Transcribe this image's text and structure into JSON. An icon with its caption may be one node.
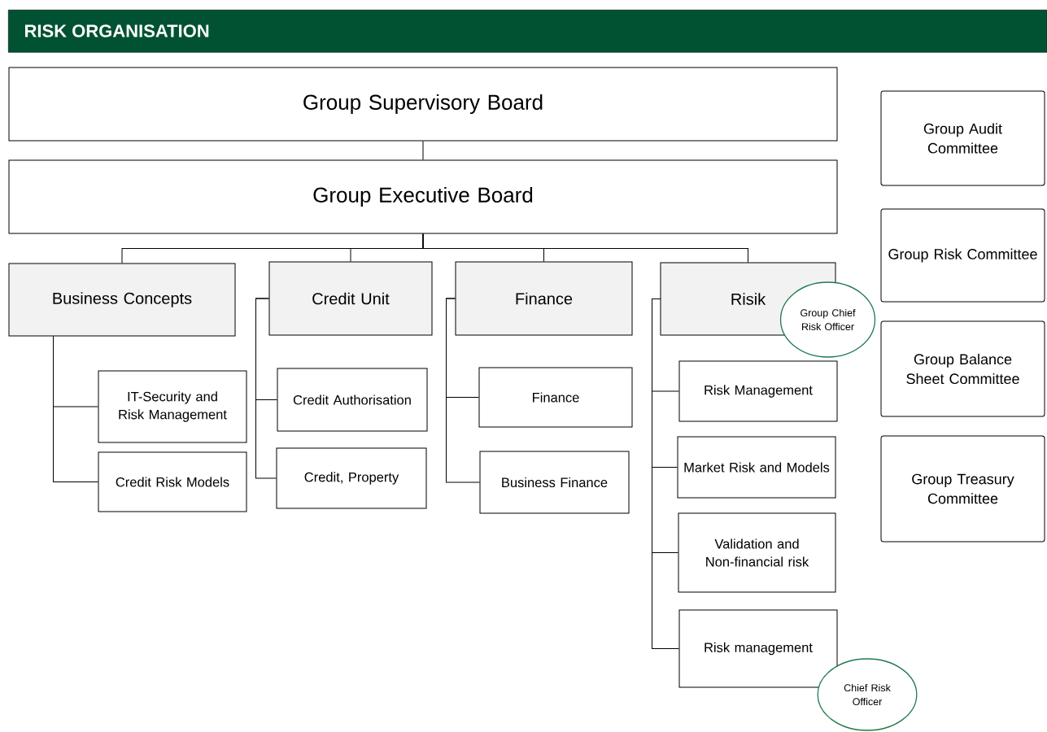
{
  "diagram": {
    "title": "RISK ORGANISATION",
    "nodes": [
      {
        "text": [
          "Group Supervisory Board"
        ]
      },
      {
        "text": [
          "Group Executive Board"
        ]
      },
      {
        "text": [
          "Business Concepts"
        ]
      },
      {
        "text": [
          "Credit Unit"
        ]
      },
      {
        "text": [
          "Finance"
        ]
      },
      {
        "text": [
          "Risik"
        ]
      },
      {
        "text": [
          "Group Chief Risk Officer"
        ]
      },
      {
        "text": [
          "IT-Security and Risk Management"
        ]
      },
      {
        "text": [
          "Credit Risk Models"
        ]
      },
      {
        "text": [
          "Credit Authorisation"
        ]
      },
      {
        "text": [
          "Credit, Property"
        ]
      },
      {
        "text": [
          "Finance"
        ]
      },
      {
        "text": [
          "Business Finance"
        ]
      },
      {
        "text": [
          "Risk Management"
        ]
      },
      {
        "text": [
          "Market Risk and Models"
        ]
      },
      {
        "text": [
          "Validation and Non-financial risk"
        ]
      },
      {
        "text": [
          "Risk management"
        ]
      },
      {
        "text": [
          "Chief Risk Officer"
        ]
      },
      {
        "text": [
          "Group Audit Committee"
        ]
      },
      {
        "text": [
          "Group Risk Committee"
        ]
      },
      {
        "text": [
          "Group Balance Sheet Committee"
        ]
      },
      {
        "text": [
          "Group Treasury Committee"
        ]
      }
    ],
    "edges": [
      {
        "from": 0,
        "to": 1,
        "arrow": "none"
      },
      {
        "from": 1,
        "to": 2,
        "arrow": "none"
      },
      {
        "from": 1,
        "to": 3,
        "arrow": "none"
      },
      {
        "from": 1,
        "to": 4,
        "arrow": "none"
      },
      {
        "from": 1,
        "to": 5,
        "arrow": "none"
      },
      {
        "from": 2,
        "to": 7,
        "arrow": "none"
      },
      {
        "from": 2,
        "to": 8,
        "arrow": "none"
      },
      {
        "from": 3,
        "to": 9,
        "arrow": "none"
      },
      {
        "from": 3,
        "to": 10,
        "arrow": "none"
      },
      {
        "from": 4,
        "to": 11,
        "arrow": "none"
      },
      {
        "from": 4,
        "to": 12,
        "arrow": "none"
      },
      {
        "from": 5,
        "to": 13,
        "arrow": "none"
      },
      {
        "from": 5,
        "to": 14,
        "arrow": "none"
      },
      {
        "from": 5,
        "to": 15,
        "arrow": "none"
      },
      {
        "from": 5,
        "to": 16,
        "arrow": "none"
      }
    ]
  }
}
